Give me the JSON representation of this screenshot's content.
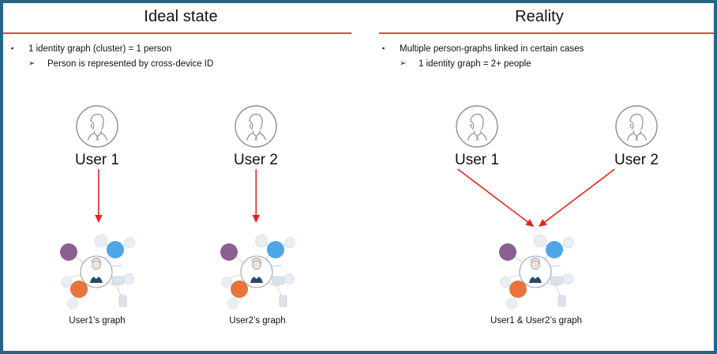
{
  "slide": {
    "border_color": "#256586",
    "rule_color": "#e8453c",
    "arrow_color": "#e8211b"
  },
  "panels": [
    {
      "id": "ideal-state",
      "title": "Ideal state",
      "bullet": "1 identity graph (cluster) = 1 person",
      "sub_bullet": "Person is represented by cross-device ID",
      "bullet_marker": "▪",
      "sub_marker": "➢",
      "users": [
        {
          "label": "User 1"
        },
        {
          "label": "User 2"
        }
      ],
      "graph_captions": [
        "User1’s graph",
        "User2’s graph"
      ]
    },
    {
      "id": "reality",
      "title": "Reality",
      "bullet": "Multiple person-graphs linked in certain cases",
      "sub_bullet": "1 identity graph = 2+ people",
      "bullet_marker": "▪",
      "sub_marker": "➢",
      "users": [
        {
          "label": "User 1"
        },
        {
          "label": "User 2"
        }
      ],
      "graph_captions": [
        "User1 & User2’s graph"
      ]
    }
  ],
  "graph_nodes": {
    "purple": "#8B5F92",
    "blue": "#4DA6E8",
    "orange": "#E8743C",
    "light": "#e9eef5",
    "line": "#c6ccd4",
    "center_ring": "#9aa3ad"
  }
}
